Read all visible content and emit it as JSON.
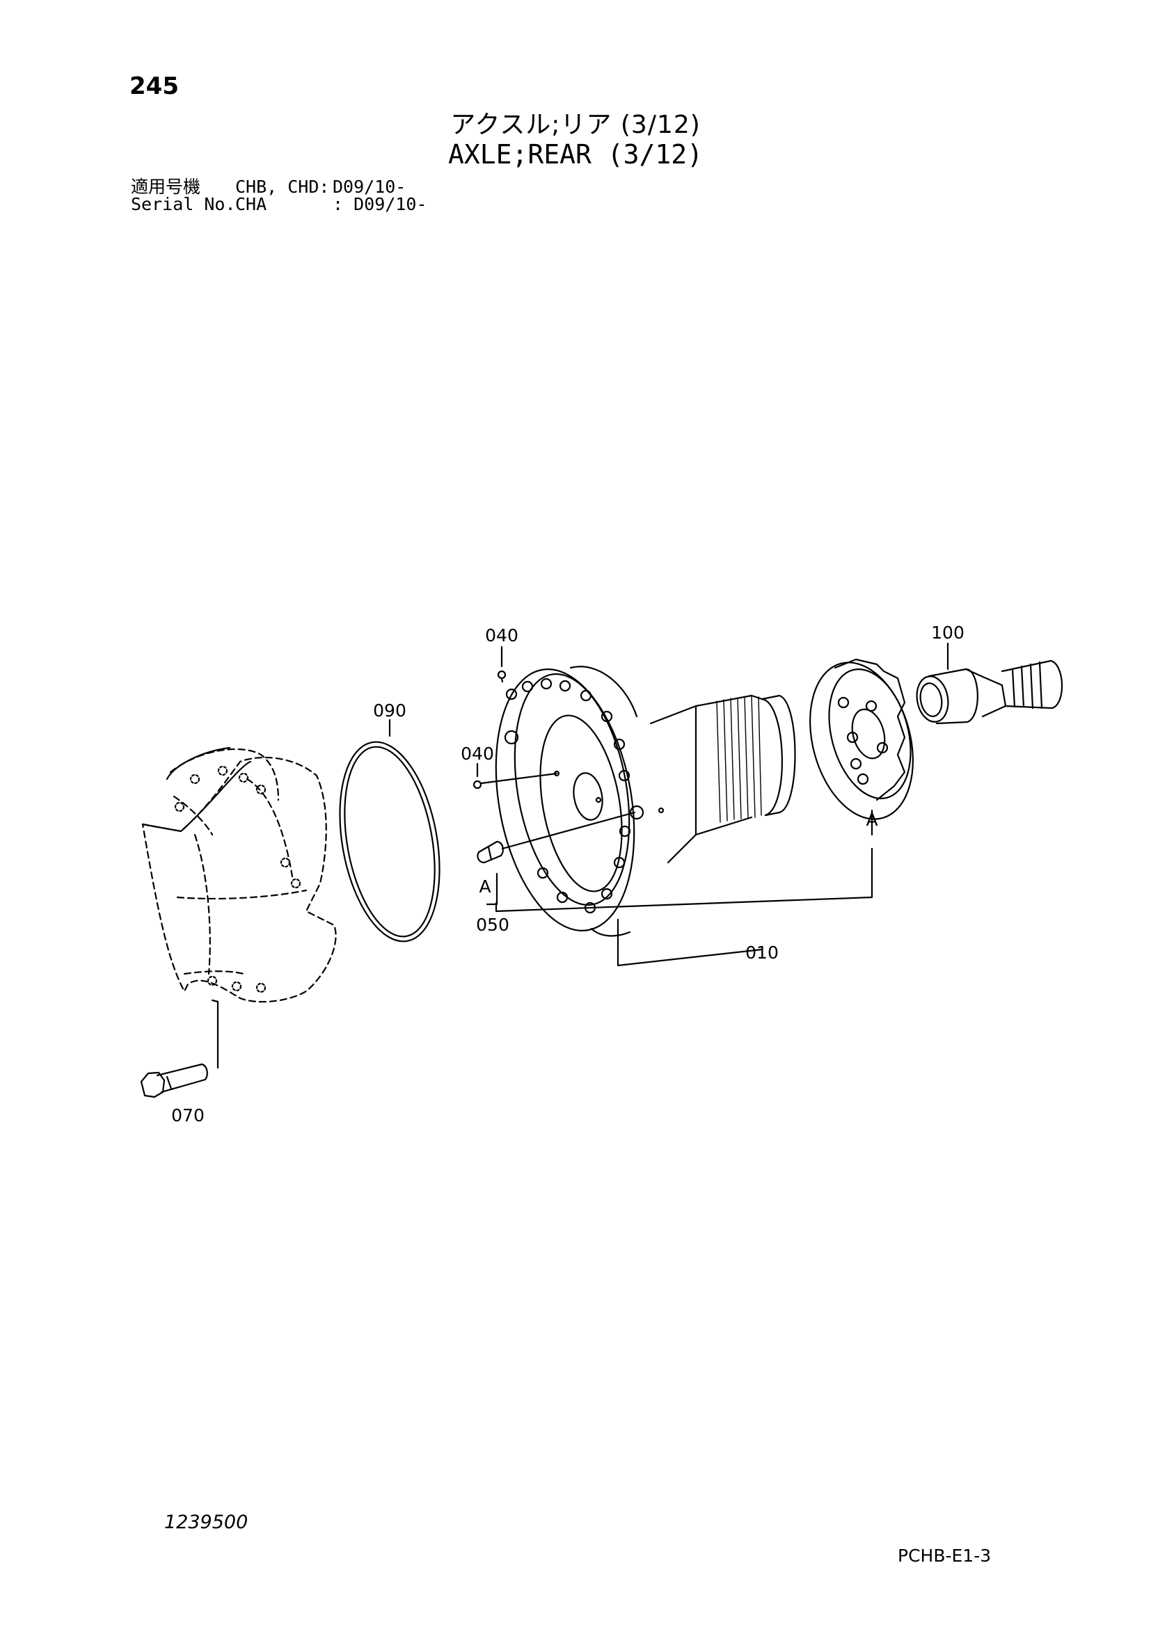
{
  "header": {
    "page_number": "245",
    "title_jp": "アクスル;リア (3/12)",
    "title_en": "AXLE;REAR (3/12)"
  },
  "serial": {
    "row1": {
      "label": "適用号機",
      "models": "CHB, CHD:",
      "range": "D09/10-"
    },
    "row2": {
      "label": "Serial No.",
      "models": "CHA",
      "range": ": D09/10-"
    }
  },
  "callouts": {
    "part_010": "010",
    "part_040_top": "040",
    "part_040_mid": "040",
    "part_050": "050",
    "part_070": "070",
    "part_090": "090",
    "part_100": "100",
    "ref_a_left": "A",
    "ref_a_right": "A"
  },
  "footer": {
    "drawing_number": "1239500",
    "page_code": "PCHB-E1-3"
  }
}
